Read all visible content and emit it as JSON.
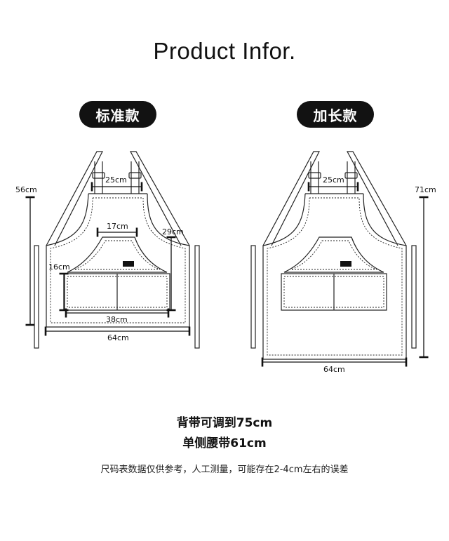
{
  "title": "Product Infor.",
  "standard": {
    "label": "标准款",
    "dims": {
      "strap_gap": "25cm",
      "pocket_top": "17cm",
      "pocket_height": "16cm",
      "bib_side": "29cm",
      "pocket_width": "38cm",
      "total_width": "64cm",
      "total_height": "56cm"
    }
  },
  "long": {
    "label": "加长款",
    "dims": {
      "strap_gap": "25cm",
      "total_width": "64cm",
      "total_height": "71cm"
    }
  },
  "notes": {
    "strap": "背带可调到75cm",
    "waist": "单侧腰带61cm",
    "disclaimer": "尺码表数据仅供参考，人工测量，可能存在2-4cm左右的误差"
  }
}
